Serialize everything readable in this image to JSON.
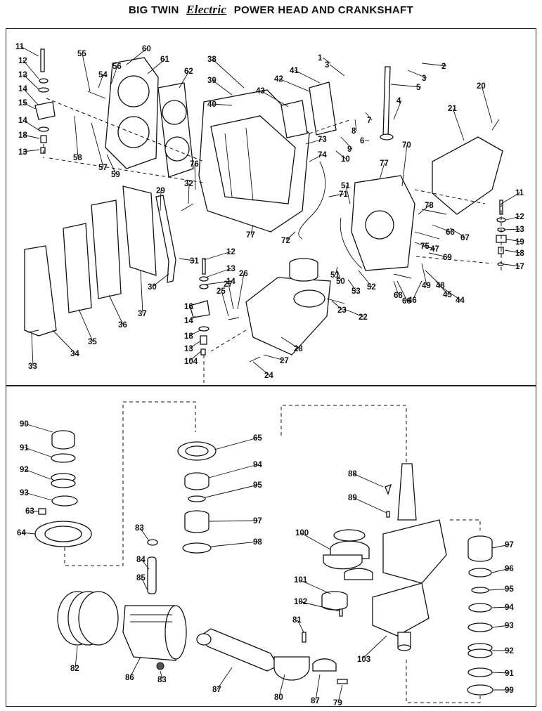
{
  "title": {
    "prefix": "BIG TWIN",
    "script": "Electric",
    "suffix": "POWER HEAD AND CRANKSHAFT"
  },
  "callouts_top": [
    "1",
    "2",
    "3",
    "3",
    "4",
    "5",
    "6",
    "7",
    "8",
    "9",
    "10",
    "11",
    "12",
    "13",
    "14",
    "15",
    "14",
    "18",
    "13",
    "11",
    "12",
    "13",
    "19",
    "18",
    "17",
    "20",
    "21",
    "22",
    "23",
    "24",
    "25",
    "26",
    "27",
    "27",
    "28",
    "29",
    "30",
    "31",
    "32",
    "33",
    "34",
    "35",
    "36",
    "37",
    "38",
    "39",
    "40",
    "41",
    "42",
    "43",
    "44",
    "45",
    "46",
    "47",
    "48",
    "49",
    "50",
    "51",
    "51",
    "52",
    "53",
    "54",
    "55",
    "56",
    "57",
    "58",
    "59",
    "60",
    "61",
    "62",
    "66",
    "67",
    "68",
    "68",
    "69",
    "70",
    "71",
    "72",
    "73",
    "74",
    "75",
    "76",
    "77",
    "77",
    "78",
    "12",
    "13",
    "14",
    "16",
    "14",
    "18",
    "13",
    "104"
  ],
  "callouts_bottom": [
    "90",
    "91",
    "92",
    "93",
    "63",
    "64",
    "65",
    "94",
    "95",
    "97",
    "98",
    "83",
    "84",
    "85",
    "82",
    "86",
    "83",
    "87",
    "81",
    "80",
    "87",
    "79",
    "100",
    "101",
    "102",
    "88",
    "89",
    "103",
    "97",
    "96",
    "95",
    "94",
    "93",
    "92",
    "91",
    "99"
  ]
}
